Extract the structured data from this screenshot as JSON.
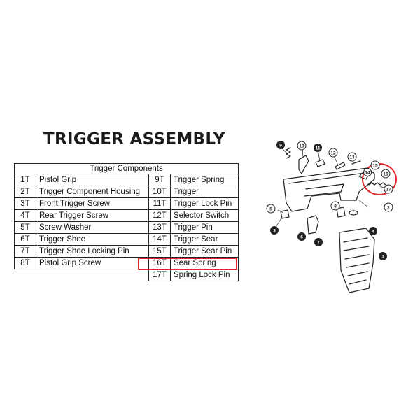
{
  "title": "TRIGGER ASSEMBLY",
  "table": {
    "header": "Trigger Components",
    "left": [
      {
        "code": "1T",
        "name": "Pistol Grip"
      },
      {
        "code": "2T",
        "name": "Trigger Component Housing"
      },
      {
        "code": "3T",
        "name": "Front Trigger Screw"
      },
      {
        "code": "4T",
        "name": "Rear Trigger Screw"
      },
      {
        "code": "5T",
        "name": "Screw Washer"
      },
      {
        "code": "6T",
        "name": "Trigger Shoe"
      },
      {
        "code": "7T",
        "name": "Trigger Shoe Locking Pin"
      },
      {
        "code": "8T",
        "name": "Pistol Grip Screw"
      }
    ],
    "right": [
      {
        "code": "9T",
        "name": "Trigger Spring"
      },
      {
        "code": "10T",
        "name": "Trigger"
      },
      {
        "code": "11T",
        "name": "Trigger Lock Pin"
      },
      {
        "code": "12T",
        "name": "Selector Switch"
      },
      {
        "code": "13T",
        "name": "Trigger Pin"
      },
      {
        "code": "14T",
        "name": "Trigger Sear"
      },
      {
        "code": "15T",
        "name": "Trigger Sear Pin"
      },
      {
        "code": "16T",
        "name": "Sear Spring"
      },
      {
        "code": "17T",
        "name": "Spring Lock Pin"
      }
    ],
    "highlighted_code": "16T"
  },
  "diagram": {
    "labels": [
      "1",
      "2",
      "3",
      "4",
      "5",
      "6",
      "7",
      "8",
      "9",
      "10",
      "11",
      "12",
      "13",
      "14",
      "15",
      "16",
      "17"
    ],
    "highlight_color": "#e2252b"
  }
}
